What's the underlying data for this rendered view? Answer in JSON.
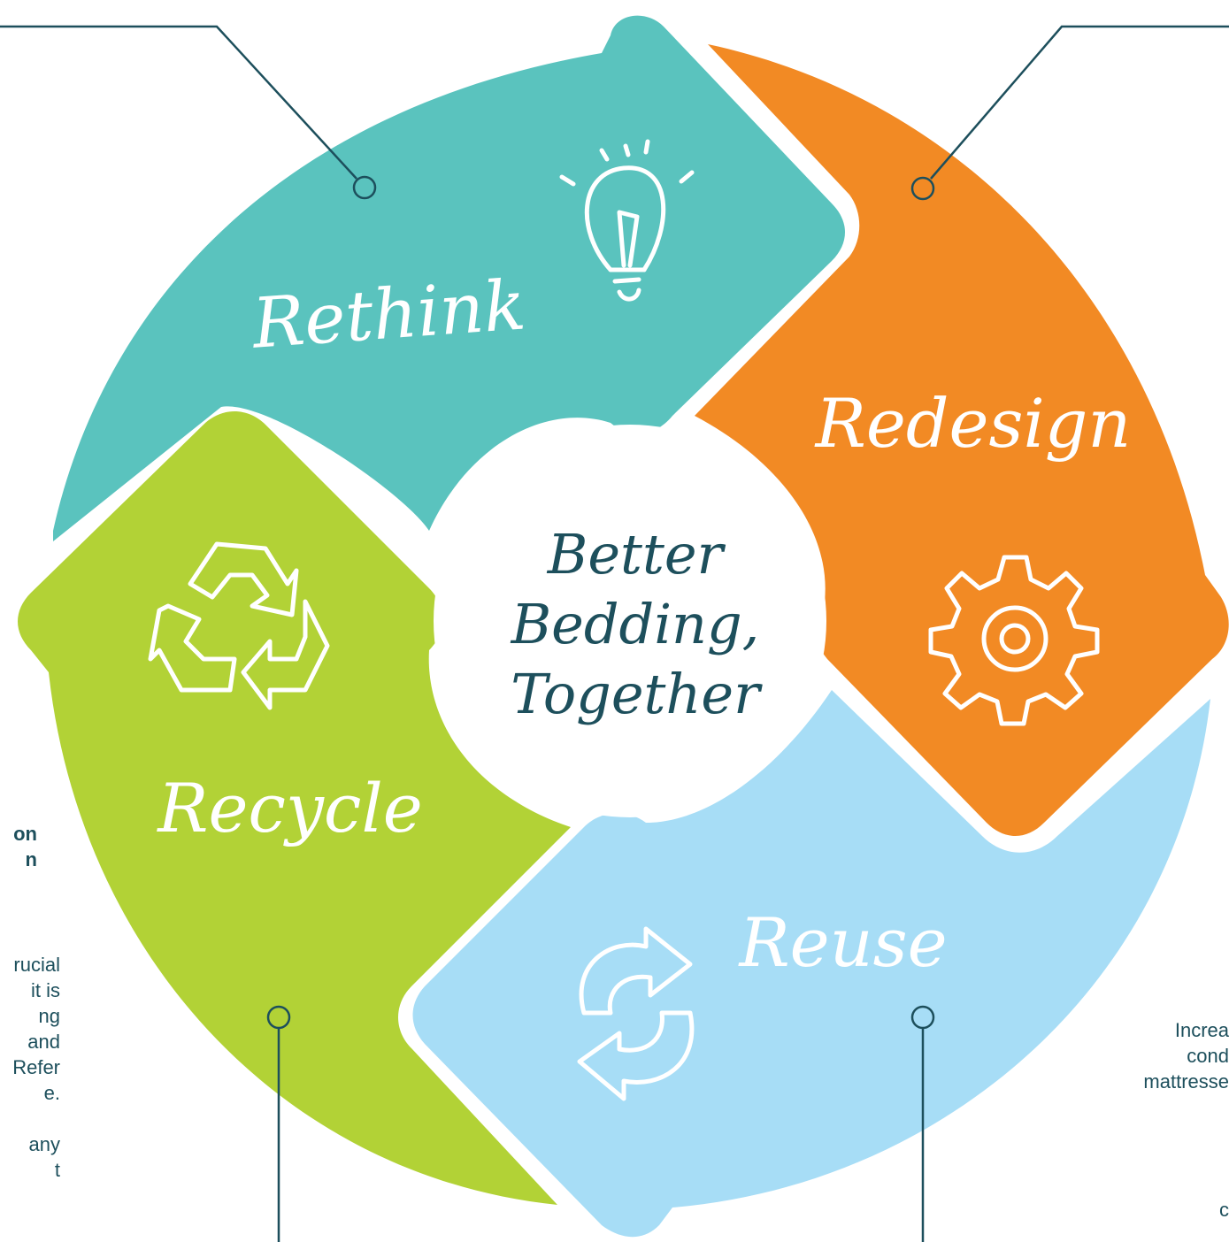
{
  "center_title": {
    "lines": [
      "Better",
      "Bedding,",
      "Together"
    ]
  },
  "segments": {
    "rethink": {
      "label": "Rethink",
      "color": "#5ac3be",
      "icon": "lightbulb-icon"
    },
    "redesign": {
      "label": "Redesign",
      "color": "#f28a24",
      "icon": "gear-icon"
    },
    "reuse": {
      "label": "Reuse",
      "color": "#a7ddf6",
      "icon": "refresh-arrows-icon"
    },
    "recycle": {
      "label": "Recycle",
      "color": "#b2d236",
      "icon": "recycle-icon"
    }
  },
  "side_text": {
    "left_heading": "on\nn",
    "left_body": "rucial\n it is\nng\nand\nRefer\ne.\n\nany\nt",
    "right_body": "Increa\ncond\nmattresse\n\n\n\n\nc"
  },
  "colors": {
    "connector": "#1d4f5c",
    "center_text": "#1d4f5c"
  }
}
